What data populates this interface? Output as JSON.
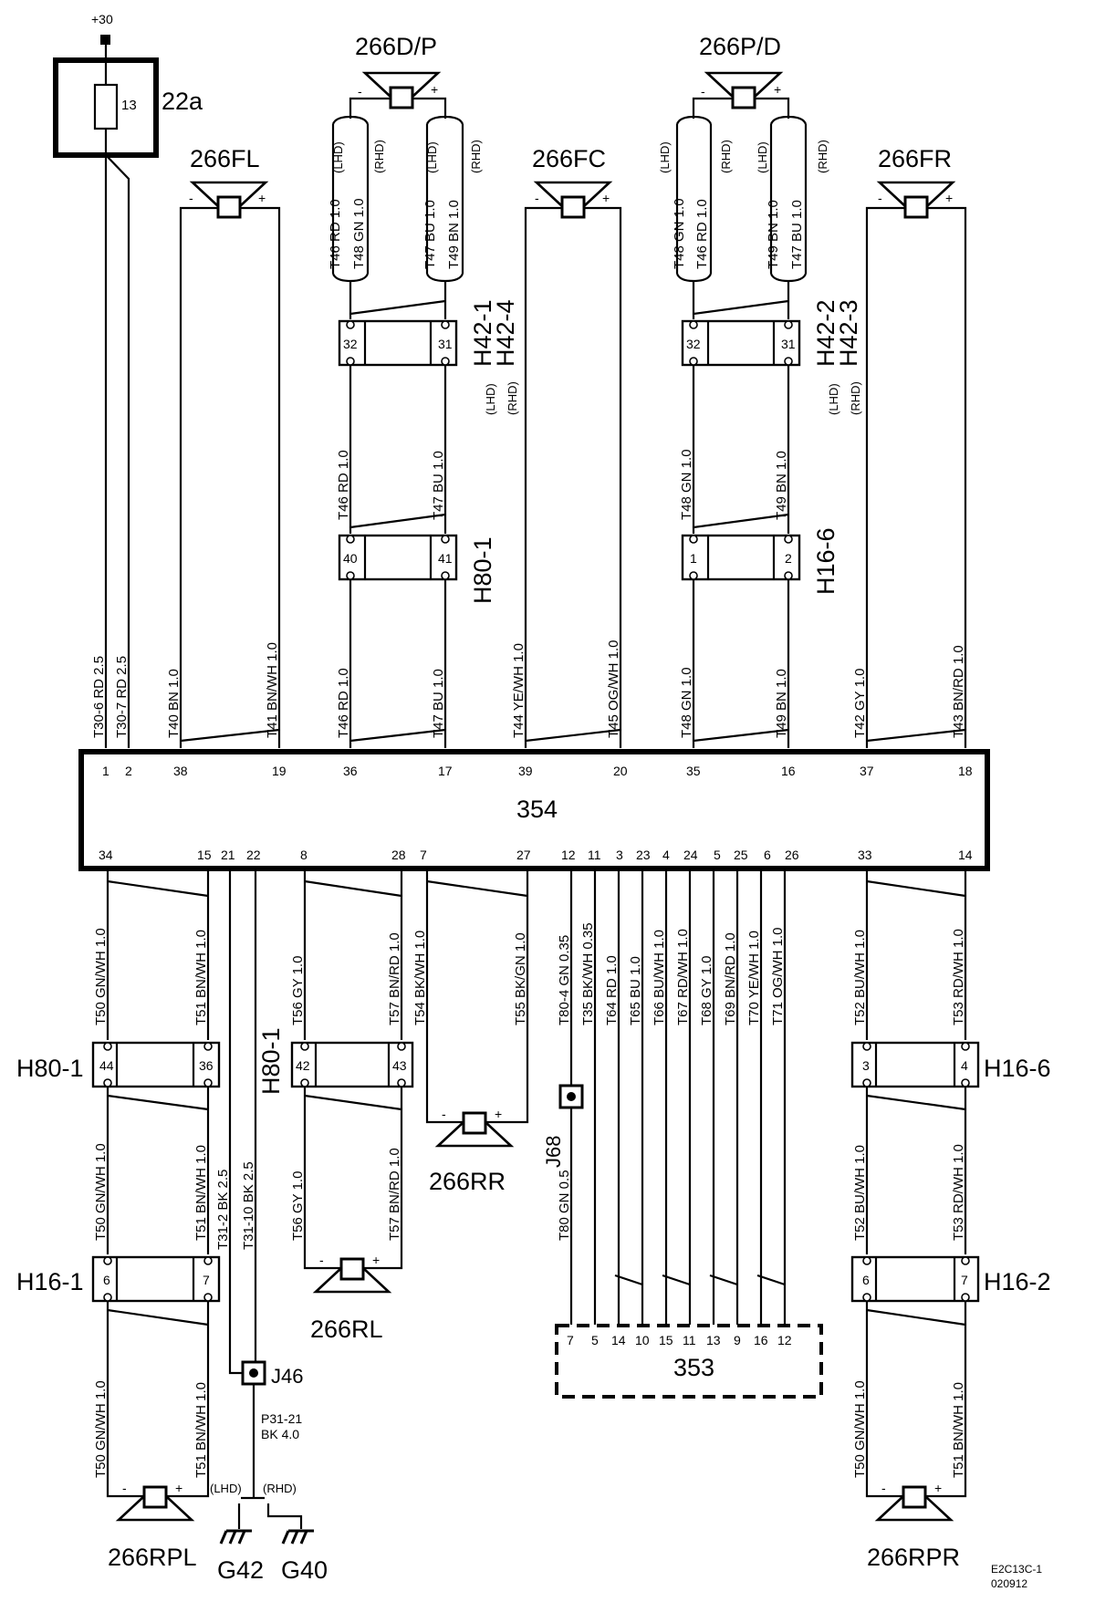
{
  "supply": {
    "label": "+30"
  },
  "fuse": {
    "id": "22a",
    "number": "13"
  },
  "speakers": {
    "fl": "266FL",
    "fc": "266FC",
    "fr": "266FR",
    "dp": "266D/P",
    "pd": "266P/D",
    "rr": "266RR",
    "rl": "266RL",
    "rpl": "266RPL",
    "rpr": "266RPR"
  },
  "units": {
    "u354": "354",
    "u353": "353"
  },
  "variants": {
    "lhd": "(LHD)",
    "rhd": "(RHD)"
  },
  "polarity": {
    "minus": "-",
    "plus": "+"
  },
  "connectors": {
    "h421": "H42-1",
    "h424": "H42-4",
    "h422": "H42-2",
    "h423": "H42-3",
    "h801": "H80-1",
    "h166": "H16-6",
    "h161": "H16-1",
    "h162": "H16-2"
  },
  "splices": {
    "j46": "J46",
    "j68": "J68"
  },
  "grounds": {
    "g42": "G42",
    "g40": "G40"
  },
  "ground_wire": {
    "id": "P31-21",
    "spec": "BK 4.0"
  },
  "connector_pins": {
    "h421_32": "32",
    "h421_31": "31",
    "h801_40": "40",
    "h801_41": "41",
    "h422_32": "32",
    "h422_31": "31",
    "h166_1": "1",
    "h166_2": "2",
    "h801_44": "44",
    "h801_36": "36",
    "h801_42": "42",
    "h801_43": "43",
    "h166_3": "3",
    "h166_4": "4",
    "h161_6": "6",
    "h161_7": "7",
    "h162_6": "6",
    "h162_7": "7"
  },
  "top_pins": [
    "1",
    "2",
    "38",
    "19",
    "36",
    "17",
    "39",
    "20",
    "35",
    "16",
    "37",
    "18"
  ],
  "bottom_pins": [
    "34",
    "15",
    "21",
    "22",
    "8",
    "28",
    "7",
    "27",
    "12",
    "11",
    "3",
    "23",
    "4",
    "24",
    "5",
    "25",
    "6",
    "26",
    "33",
    "14"
  ],
  "pins_353": [
    "7",
    "5",
    "14",
    "10",
    "15",
    "11",
    "13",
    "9",
    "16",
    "12"
  ],
  "wires": {
    "t30_6": "T30-6  RD  2.5",
    "t30_7": "T30-7  RD  2.5",
    "t40": "T40  BN  1.0",
    "t41": "T41  BN/WH  1.0",
    "t46": "T46  RD  1.0",
    "t47": "T47  BU  1.0",
    "t44": "T44  YE/WH  1.0",
    "t45": "T45  OG/WH  1.0",
    "t48": "T48  GN  1.0",
    "t49": "T49  BN  1.0",
    "t42": "T42  GY  1.0",
    "t43": "T43  BN/RD  1.0",
    "t50": "T50  GN/WH  1.0",
    "t51": "T51  BN/WH  1.0",
    "t56": "T56  GY  1.0",
    "t57": "T57  BN/RD  1.0",
    "t54": "T54  BK/WH  1.0",
    "t55": "T55  BK/GN  1.0",
    "t80_4": "T80-4  GN  0.35",
    "t35": "T35  BK/WH  0.35",
    "t64": "T64  RD  1.0",
    "t65": "T65  BU  1.0",
    "t66": "T66  BU/WH  1.0",
    "t67": "T67  RD/WH  1.0",
    "t68": "T68  GY  1.0",
    "t69": "T69  BN/RD  1.0",
    "t70": "T70  YE/WH  1.0",
    "t71": "T71  OG/WH  1.0",
    "t52": "T52  BU/WH  1.0",
    "t53": "T53  RD/WH  1.0",
    "t31_2": "T31-2  BK  2.5",
    "t31_10": "T31-10  BK  2.5",
    "t80": "T80  GN  0.5",
    "dp_t46": "T46  RD  1.0",
    "dp_t48": "T48  GN  1.0",
    "dp_t47": "T47  BU  1.0",
    "dp_t49": "T49  BN  1.0",
    "pd_t48": "T48  GN  1.0",
    "pd_t46": "T46  RD  1.0",
    "pd_t49": "T49  BN  1.0",
    "pd_t47": "T47  BU  1.0"
  },
  "footer": {
    "code": "E2C13C-1",
    "date": "020912"
  }
}
